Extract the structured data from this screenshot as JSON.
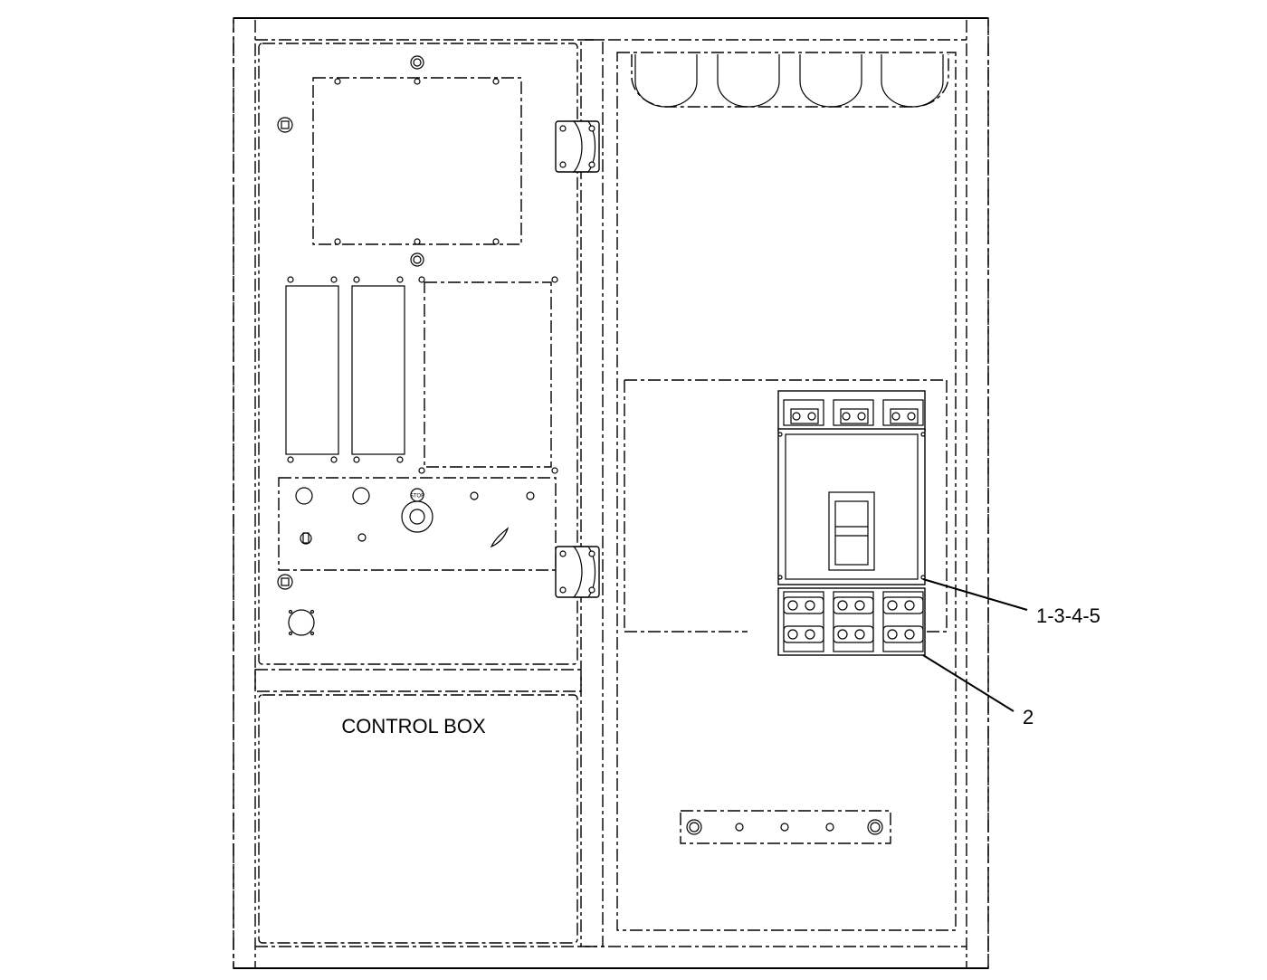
{
  "labels": {
    "control_box": "CONTROL BOX",
    "callout_breaker": "1-3-4-5",
    "callout_terminal": "2",
    "stop_button": "STOP"
  }
}
